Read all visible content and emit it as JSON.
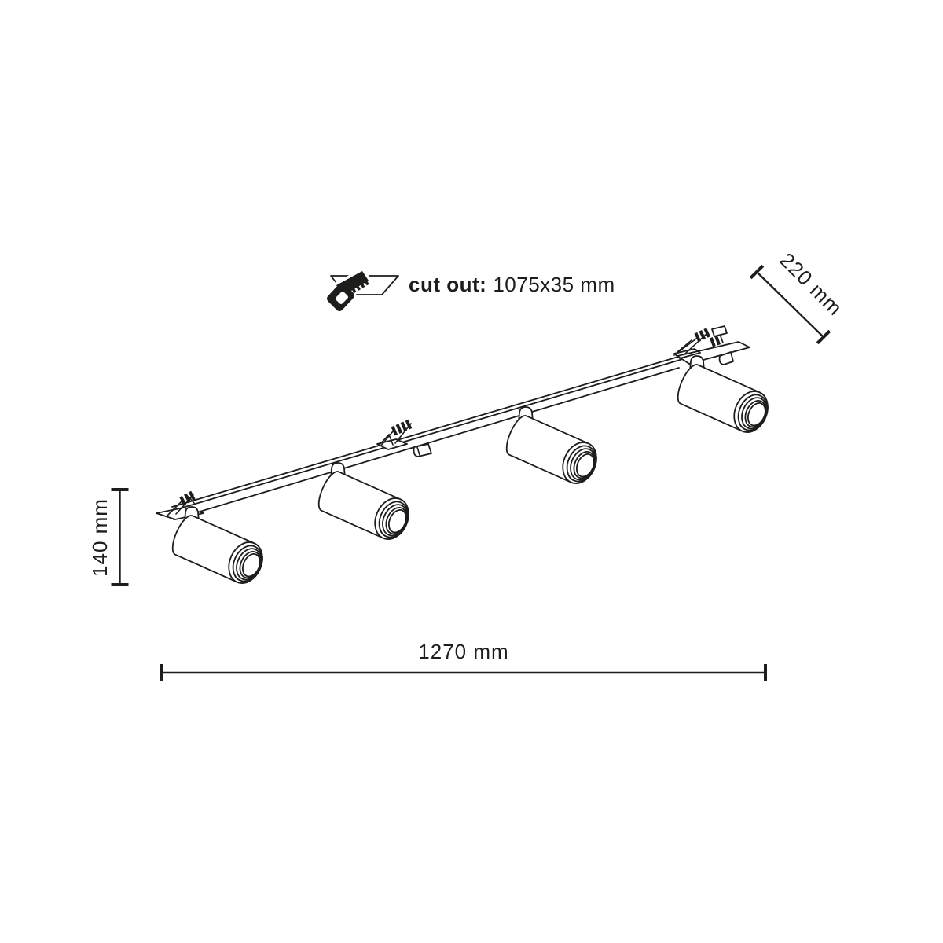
{
  "cutout_note": {
    "icon": "saw-icon",
    "prefix": "cut out:",
    "value": "1075x35 mm"
  },
  "dimensions": {
    "depth": {
      "label": "220 mm",
      "orientation": "diagonal"
    },
    "height": {
      "label": "140 mm",
      "orientation": "vertical"
    },
    "length": {
      "label": "1270 mm",
      "orientation": "horizontal"
    }
  },
  "fixture": {
    "spotlight_count": 4,
    "mount_clip_count": 3
  },
  "colors": {
    "line": "#1d1d1b",
    "background": "#ffffff"
  }
}
